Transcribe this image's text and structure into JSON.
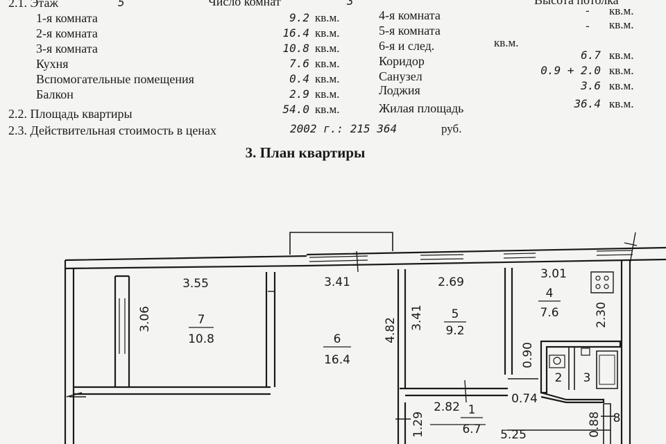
{
  "header": {
    "floor_label": "2.1. Этаж",
    "floor_value": "5",
    "rooms_label": "Число комнат",
    "rooms_value": "3",
    "ceiling_label": "Высота потолка"
  },
  "rows_left": [
    {
      "label": "1-я комната",
      "value": "9.2",
      "unit": "кв.м."
    },
    {
      "label": "2-я комната",
      "value": "16.4",
      "unit": "кв.м."
    },
    {
      "label": "3-я комната",
      "value": "10.8",
      "unit": "кв.м."
    },
    {
      "label": "Кухня",
      "value": "7.6",
      "unit": "кв.м."
    },
    {
      "label": "Вспомогательные помещения",
      "value": "0.4",
      "unit": "кв.м."
    },
    {
      "label": "Балкон",
      "value": "2.9",
      "unit": "кв.м."
    }
  ],
  "rows_right": [
    {
      "label": "",
      "value": "-",
      "unit": "кв.м."
    },
    {
      "label": "4-я комната",
      "value": "-",
      "unit": "кв.м."
    },
    {
      "label": "5-я комната",
      "value": "",
      "unit": "кв.м."
    },
    {
      "label": "6-я и след.",
      "value": "",
      "unit": "кв.м."
    },
    {
      "label": "Коридор",
      "value": "6.7",
      "unit": "кв.м."
    },
    {
      "label": "Санузел",
      "value": "0.9 + 2.0",
      "unit": "кв.м."
    },
    {
      "label": "Лоджия",
      "value": "3.6",
      "unit": "кв.м."
    }
  ],
  "totals": {
    "area_label": "2.2. Площадь квартиры",
    "area_value": "54.0",
    "area_unit": "кв.м.",
    "living_label": "Жилая площадь",
    "living_value": "36.4",
    "living_unit": "кв.м.",
    "cost_label": "2.3. Действительная стоимость в ценах",
    "cost_value": "2002 г.: 215 364",
    "cost_unit": "руб."
  },
  "plan": {
    "title": "3. План квартиры",
    "rooms": [
      {
        "number": "7",
        "area": "10.8"
      },
      {
        "number": "6",
        "area": "16.4"
      },
      {
        "number": "5",
        "area": "9.2"
      },
      {
        "number": "4",
        "area": "7.6"
      },
      {
        "number": "1",
        "area": "6.7"
      },
      {
        "number": "2",
        "area": ""
      },
      {
        "number": "3",
        "area": ""
      },
      {
        "number": "8",
        "area": ""
      }
    ],
    "dimensions": [
      "3.55",
      "3.41",
      "2.69",
      "3.01",
      "3.06",
      "4.82",
      "3.41",
      "2.30",
      "0.90",
      "0.74",
      "2.82",
      "1.29",
      "5.25",
      "0.88"
    ]
  }
}
